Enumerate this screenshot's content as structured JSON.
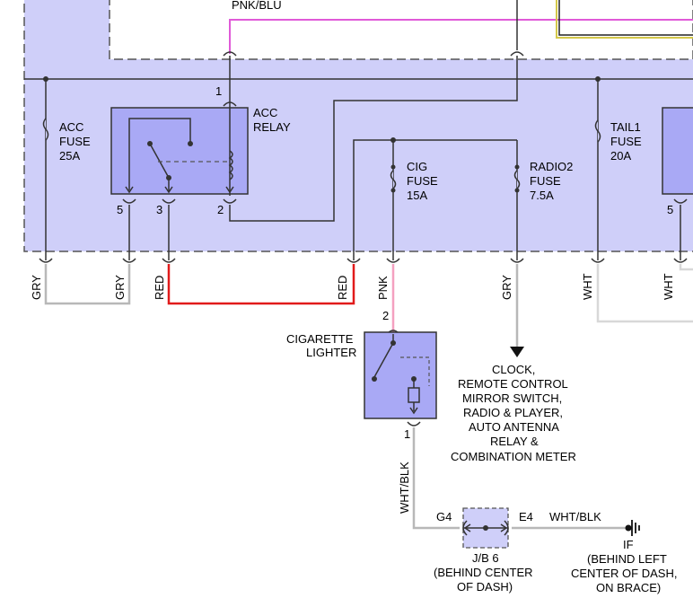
{
  "labels": {
    "pnk_blu": "PNK/BLU",
    "acc_fuse": [
      "ACC",
      "FUSE",
      "25A"
    ],
    "acc_relay": [
      "ACC",
      "RELAY"
    ],
    "cig_fuse": [
      "CIG",
      "FUSE",
      "15A"
    ],
    "radio2_fuse": [
      "RADIO2",
      "FUSE",
      "7.5A"
    ],
    "tail1_fuse": [
      "TAIL1",
      "FUSE",
      "20A"
    ],
    "cigarette_lighter": [
      "CIGARETTE",
      "LIGHTER"
    ],
    "clock_group": [
      "CLOCK,",
      "REMOTE CONTROL",
      "MIRROR SWITCH,",
      "RADIO & PLAYER,",
      "AUTO ANTENNA",
      "RELAY &",
      "COMBINATION METER"
    ],
    "jb6": [
      "J/B 6",
      "(BEHIND CENTER",
      "OF DASH)"
    ],
    "ground_if": [
      "IF",
      "(BEHIND LEFT",
      "CENTER OF DASH,",
      "ON BRACE)"
    ]
  },
  "pins": {
    "relay_1": "1",
    "relay_5": "5",
    "relay_3": "3",
    "relay_2": "2",
    "right_5": "5",
    "lighter_2": "2",
    "lighter_1": "1",
    "g4": "G4",
    "e4": "E4"
  },
  "wire_labels": {
    "gry1": "GRY",
    "gry2": "GRY",
    "red1": "RED",
    "red2": "RED",
    "pnk": "PNK",
    "gry3": "GRY",
    "wht1": "WHT",
    "wht2": "WHT",
    "wht_blk_v": "WHT/BLK",
    "wht_blk_h": "WHT/BLK"
  },
  "colors": {
    "panel_fill": "#cfcff9",
    "component_fill": "#a9a9f5",
    "red_wire": "#e11b1b",
    "pink_wire": "#f4a0c0",
    "magenta_wire": "#e05ad8",
    "gray_wire": "#b8b8b8",
    "yellow_wire": "#d4c84a"
  }
}
